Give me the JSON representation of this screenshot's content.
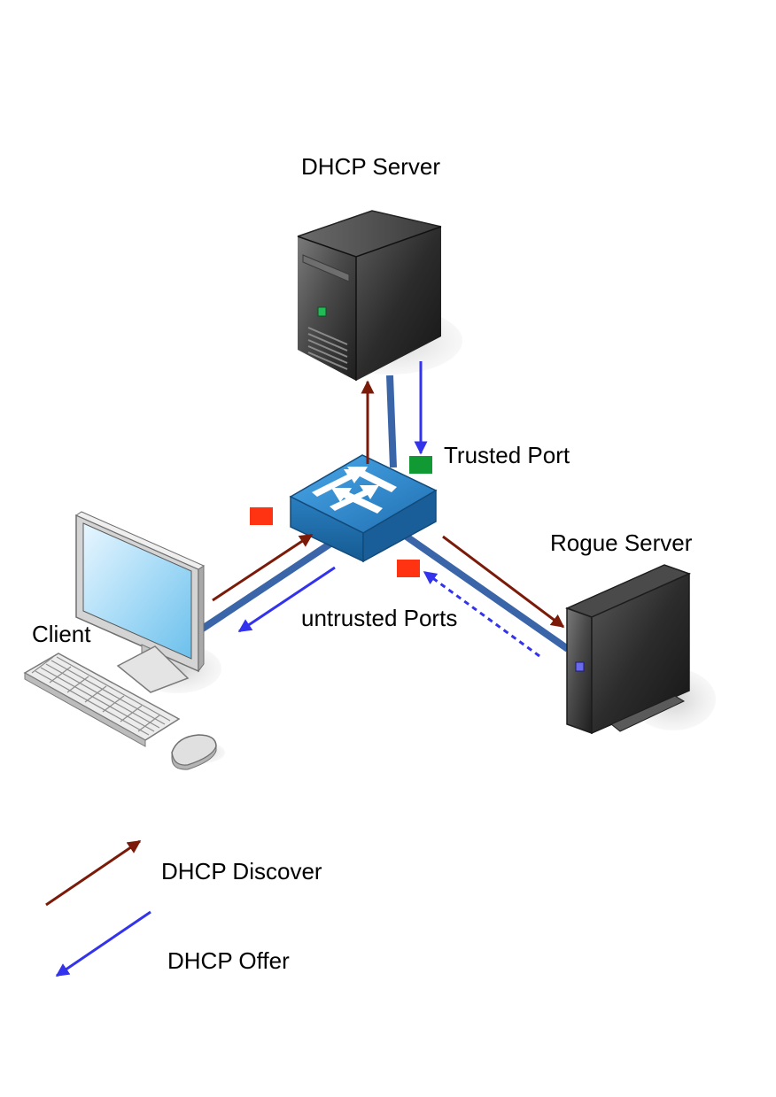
{
  "labels": {
    "dhcp_server": "DHCP Server",
    "trusted_port": "Trusted Port",
    "rogue_server": "Rogue Server",
    "client": "Client",
    "untrusted_ports": "untrusted Ports"
  },
  "legend": {
    "discover": "DHCP Discover",
    "offer": "DHCP Offer"
  },
  "colors": {
    "discover_arrow": "#7b1a08",
    "offer_arrow": "#3333ee",
    "link": "#3a65a8",
    "trusted_port": "#119933",
    "untrusted_port": "#ff3311",
    "switch": "#2a7fc0"
  }
}
